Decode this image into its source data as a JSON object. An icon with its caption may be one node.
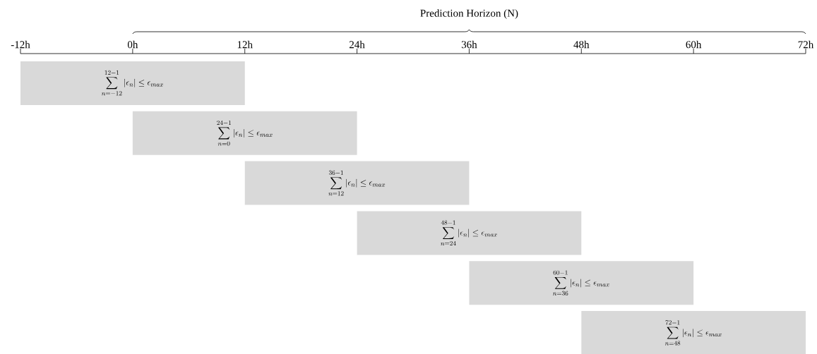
{
  "diagram": {
    "nodes": [
      {
        "text": [
          "\\sum_{n=-12}^{12-1} |\\epsilon_n| \\leq \\epsilon_{max}"
        ]
      },
      {
        "text": [
          "\\sum_{n=0}^{24-1} |\\epsilon_n| \\leq \\epsilon_{max}"
        ]
      },
      {
        "text": [
          "\\sum_{n=12}^{36-1} |\\epsilon_n| \\leq \\epsilon_{max}"
        ]
      },
      {
        "text": [
          "\\sum_{n=24}^{48-1} |\\epsilon_n| \\leq \\epsilon_{max}"
        ]
      },
      {
        "text": [
          "\\sum_{n=36}^{60-1} |\\epsilon_n| \\leq \\epsilon_{max}"
        ]
      },
      {
        "text": [
          "\\sum_{n=48}^{72-1} |\\epsilon_n| \\leq \\epsilon_{max}"
        ]
      }
    ],
    "labels": [
      "Prediction Horizon (N)",
      "-12h",
      "0h",
      "12h",
      "24h",
      "36h",
      "48h",
      "60h",
      "72h"
    ]
  }
}
